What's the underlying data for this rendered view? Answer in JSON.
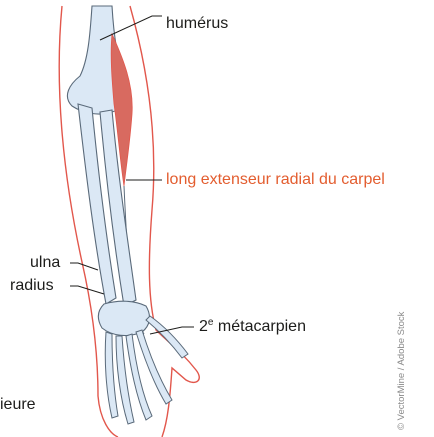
{
  "colors": {
    "skin_outline": "#e2574c",
    "bone_fill": "#dbe8f5",
    "bone_stroke": "#5a6a7a",
    "muscle_fill": "#d86a60",
    "leader_line": "#1d1d1b",
    "accent_label": "#e35d2f"
  },
  "labels": {
    "humerus": "humérus",
    "extensor": "long extenseur radial du carpel",
    "ulna": "ulna",
    "radius": "radius",
    "metacarpal_number": "2",
    "metacarpal_suffix": "e",
    "metacarpal_text": " métacarpien",
    "cut_label": "ieure"
  },
  "credit": "© VectorMine / Adobe Stock"
}
